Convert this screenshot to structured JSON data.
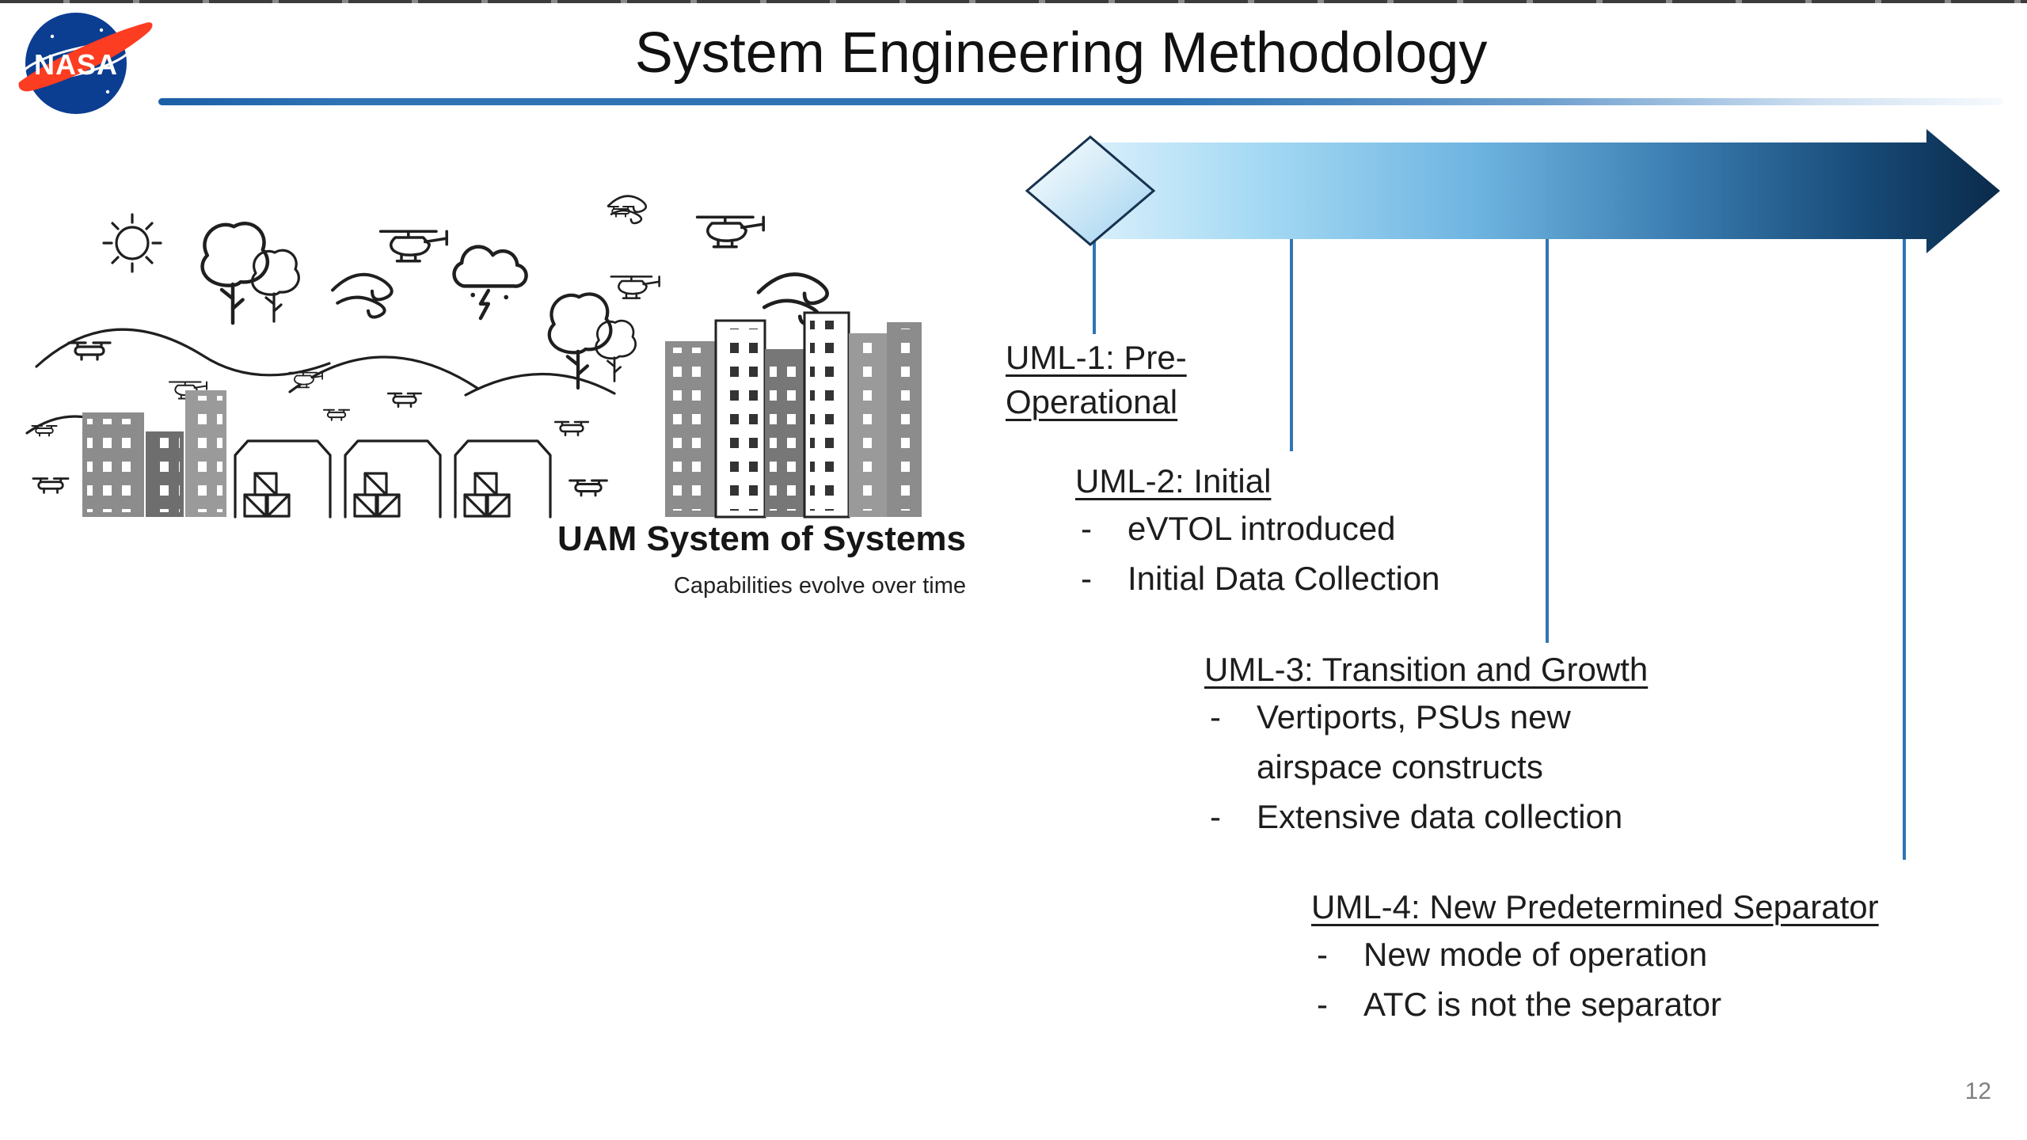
{
  "slide": {
    "title": "System Engineering Methodology",
    "page_number": "12"
  },
  "logo": {
    "text": "NASA"
  },
  "illustration": {
    "caption": "UAM System of Systems",
    "subcaption": "Capabilities evolve over time"
  },
  "timeline": {
    "bullet_marker": "-",
    "milestones": [
      {
        "name": "UML-1",
        "title_lines": [
          "UML-1: Pre-",
          "Operational"
        ],
        "bullets": []
      },
      {
        "name": "UML-2",
        "title_lines": [
          "UML-2: Initial"
        ],
        "bullets": [
          "eVTOL introduced",
          "Initial Data Collection"
        ]
      },
      {
        "name": "UML-3",
        "title_lines": [
          "UML-3: Transition and Growth"
        ],
        "bullets": [
          "Vertiports, PSUs new airspace constructs",
          "Extensive data collection"
        ]
      },
      {
        "name": "UML-4",
        "title_lines": [
          "UML-4: New Predetermined Separator"
        ],
        "bullets": [
          "New mode of operation",
          "ATC is not the separator"
        ]
      }
    ]
  },
  "colors": {
    "accent_blue": "#2e75b6",
    "arrow_gradient_start": "#d9effb",
    "arrow_gradient_end": "#0a2a4a",
    "nasa_blue": "#0b3d91",
    "nasa_red": "#fc3d21"
  }
}
